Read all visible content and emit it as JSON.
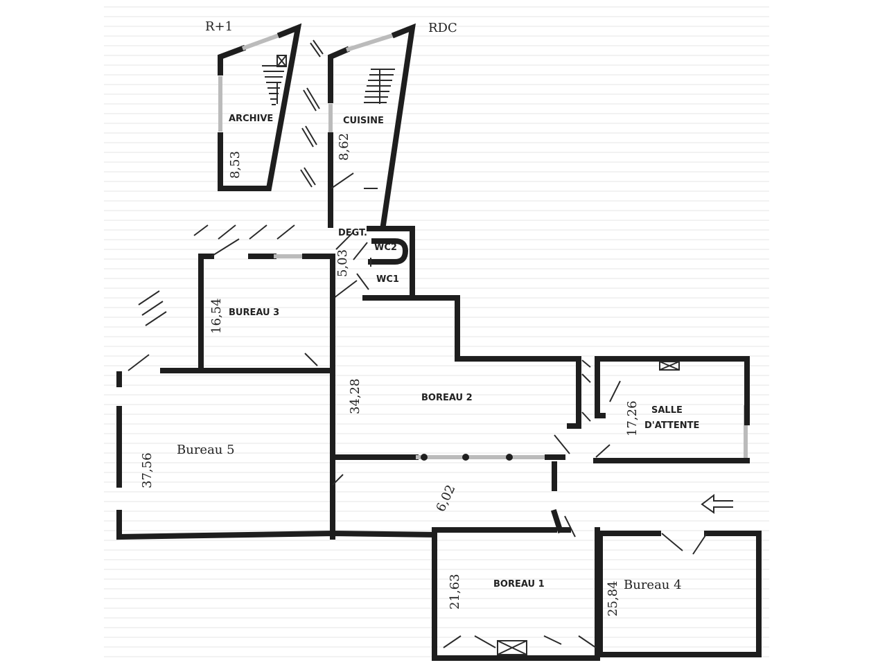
{
  "levels": {
    "upper": "R+1",
    "ground": "RDC"
  },
  "rooms": [
    {
      "name": "ARCHIVE",
      "area": "8,53"
    },
    {
      "name": "CUISINE",
      "area": "8,62"
    },
    {
      "name": "DEGT.",
      "area": "5,03"
    },
    {
      "name": "WC2",
      "area": ""
    },
    {
      "name": "WC1",
      "area": ""
    },
    {
      "name": "BUREAU 3",
      "area": "16,54"
    },
    {
      "name": "BOREAU 2",
      "area": "34,28"
    },
    {
      "name": "SALLE",
      "name2": "D'ATTENTE",
      "area": "17,26"
    },
    {
      "name": "Bureau 5",
      "area": "37,56"
    },
    {
      "name": "",
      "area": "6,02"
    },
    {
      "name": "BOREAU 1",
      "area": "21,63"
    },
    {
      "name": "Bureau 4",
      "area": "25,84"
    }
  ],
  "icons": {
    "entrance": "arrow-left-icon",
    "stairs": "stairs-icon"
  }
}
